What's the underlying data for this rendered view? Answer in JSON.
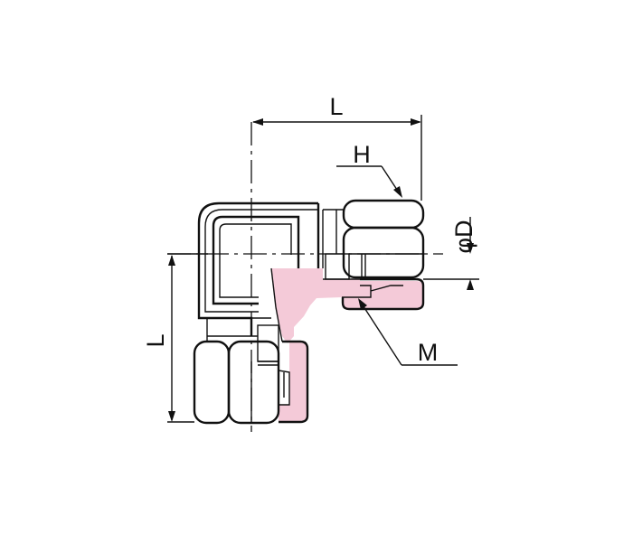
{
  "dimension_labels": {
    "length_top": "L",
    "length_left": "L",
    "hex": "H",
    "tube_od": "φD",
    "thread": "M"
  },
  "colors": {
    "section_fill": "#f4cad8",
    "line": "#111111",
    "background": "#ffffff"
  }
}
